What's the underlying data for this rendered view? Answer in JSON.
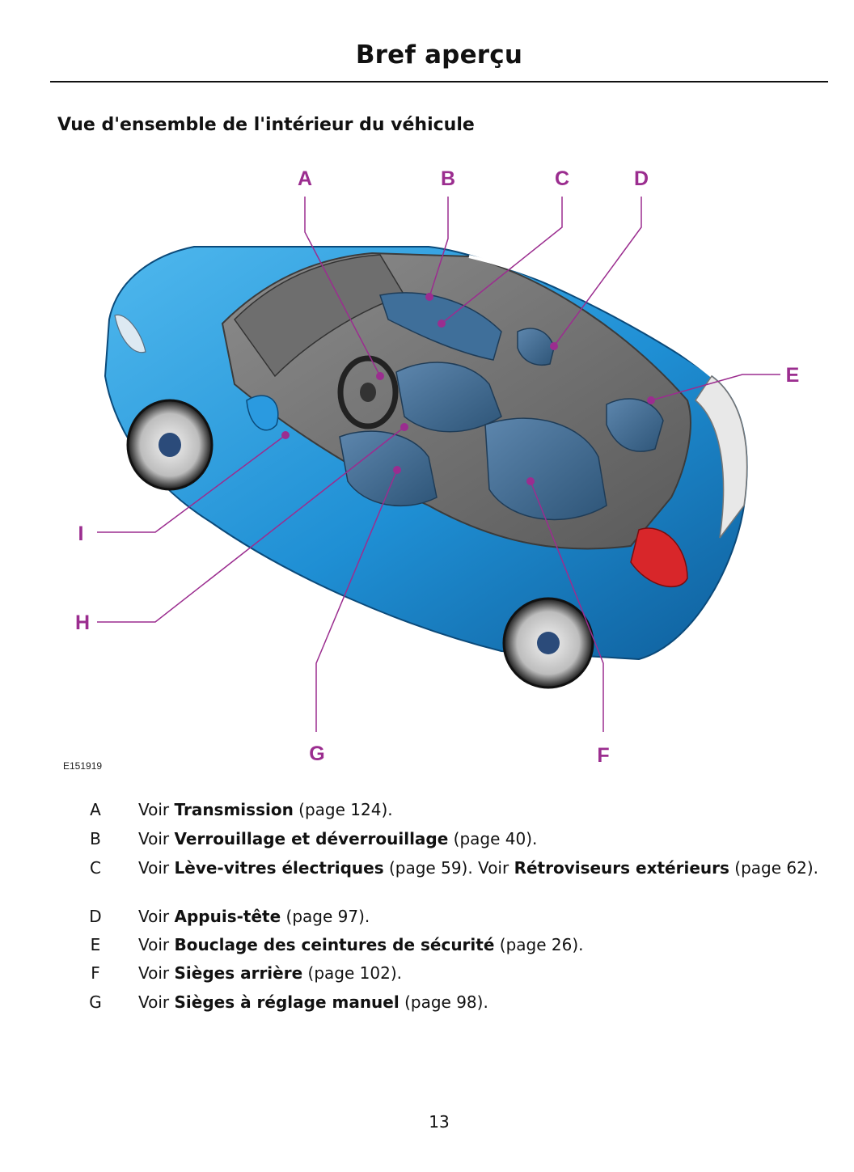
{
  "header": {
    "title": "Bref aperçu"
  },
  "section": {
    "title": "Vue d'ensemble de l'intérieur du véhicule"
  },
  "figure": {
    "id": "E151919",
    "callout_color": "#9b2d8f",
    "body_color": "#1f8fd4",
    "callouts": {
      "A": "A",
      "B": "B",
      "C": "C",
      "D": "D",
      "E": "E",
      "F": "F",
      "G": "G",
      "H": "H",
      "I": "I"
    }
  },
  "legend": [
    {
      "letter": "A",
      "prefix": "Voir ",
      "bold": "Transmission",
      "suffix": " (page 124)."
    },
    {
      "letter": "B",
      "prefix": "Voir ",
      "bold": "Verrouillage et déverrouillage",
      "suffix": " (page 40)."
    },
    {
      "letter": "C",
      "prefix": "Voir ",
      "bold": "Lève-vitres électriques",
      "suffix": " (page 59).  Voir ",
      "bold2": "Rétroviseurs extérieurs",
      "suffix2": " (page 62)."
    },
    {
      "letter": "D",
      "prefix": "Voir ",
      "bold": "Appuis-tête",
      "suffix": " (page 97)."
    },
    {
      "letter": "E",
      "prefix": "Voir ",
      "bold": "Bouclage des ceintures de sécurité",
      "suffix": " (page 26)."
    },
    {
      "letter": "F",
      "prefix": "Voir ",
      "bold": "Sièges arrière",
      "suffix": " (page 102)."
    },
    {
      "letter": "G",
      "prefix": "Voir ",
      "bold": "Sièges à réglage manuel",
      "suffix": " (page 98)."
    }
  ],
  "footer": {
    "page_number": "13"
  }
}
